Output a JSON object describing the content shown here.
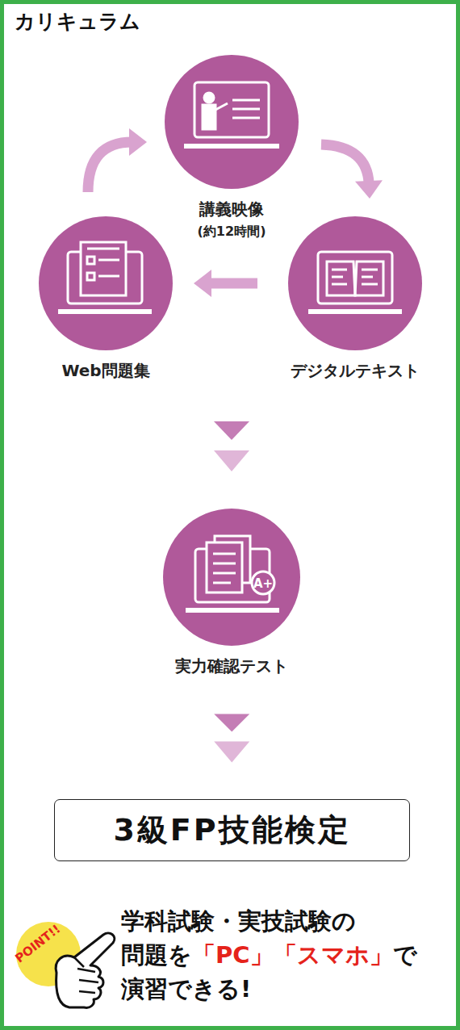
{
  "diagram": {
    "title": "カリキュラム",
    "nodes": [
      {
        "text": [
          "講義映像",
          "(約12時間)"
        ]
      },
      {
        "text": [
          "デジタルテキスト"
        ]
      },
      {
        "text": [
          "Web問題集"
        ]
      },
      {
        "text": [
          "実力確認テスト"
        ]
      },
      {
        "text": [
          "3級FP技能検定"
        ]
      }
    ],
    "edges": [
      {
        "from": 0,
        "to": 1,
        "arrow": "to"
      },
      {
        "from": 1,
        "to": 2,
        "arrow": "to"
      },
      {
        "from": 2,
        "to": 0,
        "arrow": "to"
      },
      {
        "from": 3,
        "to": 4,
        "arrow": "to"
      }
    ],
    "labels": [
      "POINT!!",
      "学科試験・実技試験の",
      "問題を",
      "「PC」「スマホ」",
      "で",
      "演習できる!"
    ]
  }
}
